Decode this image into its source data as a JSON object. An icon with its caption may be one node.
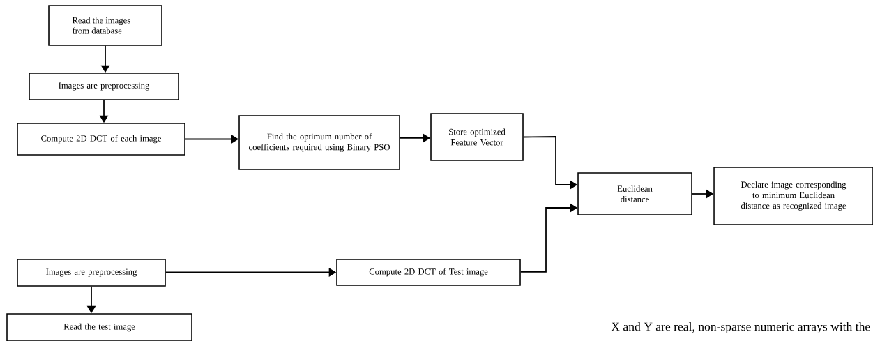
{
  "diagram": {
    "nodes": [
      {
        "text": [
          "Read the images from database"
        ]
      },
      {
        "text": [
          "Images are preprocessing"
        ]
      },
      {
        "text": [
          "Compute 2D DCT of each image"
        ]
      },
      {
        "text": [
          "Find the optimum number of coefficients required using Binary PSO"
        ]
      },
      {
        "text": [
          "Store optimized Feature Vector"
        ]
      },
      {
        "text": [
          "Euclidean distance"
        ]
      },
      {
        "text": [
          "Declare image corresponding to minimum Euclidean distance as recognized image"
        ]
      },
      {
        "text": [
          "Images are preprocessing"
        ]
      },
      {
        "text": [
          "Compute 2D DCT of Test image"
        ]
      },
      {
        "text": [
          "Read the test  image"
        ]
      }
    ],
    "edges": [
      {
        "from": 0,
        "to": 1,
        "arrow": "to"
      },
      {
        "from": 1,
        "to": 2,
        "arrow": "to"
      },
      {
        "from": 2,
        "to": 3,
        "arrow": "to"
      },
      {
        "from": 3,
        "to": 4,
        "arrow": "to"
      },
      {
        "from": 4,
        "to": 5,
        "arrow": "to"
      },
      {
        "from": 8,
        "to": 5,
        "arrow": "to"
      },
      {
        "from": 5,
        "to": 6,
        "arrow": "to"
      },
      {
        "from": 7,
        "to": 8,
        "arrow": "to"
      },
      {
        "from": 7,
        "to": 9,
        "arrow": "to"
      }
    ],
    "labels": [
      "X and Y are real, non-sparse numeric arrays with the"
    ]
  }
}
